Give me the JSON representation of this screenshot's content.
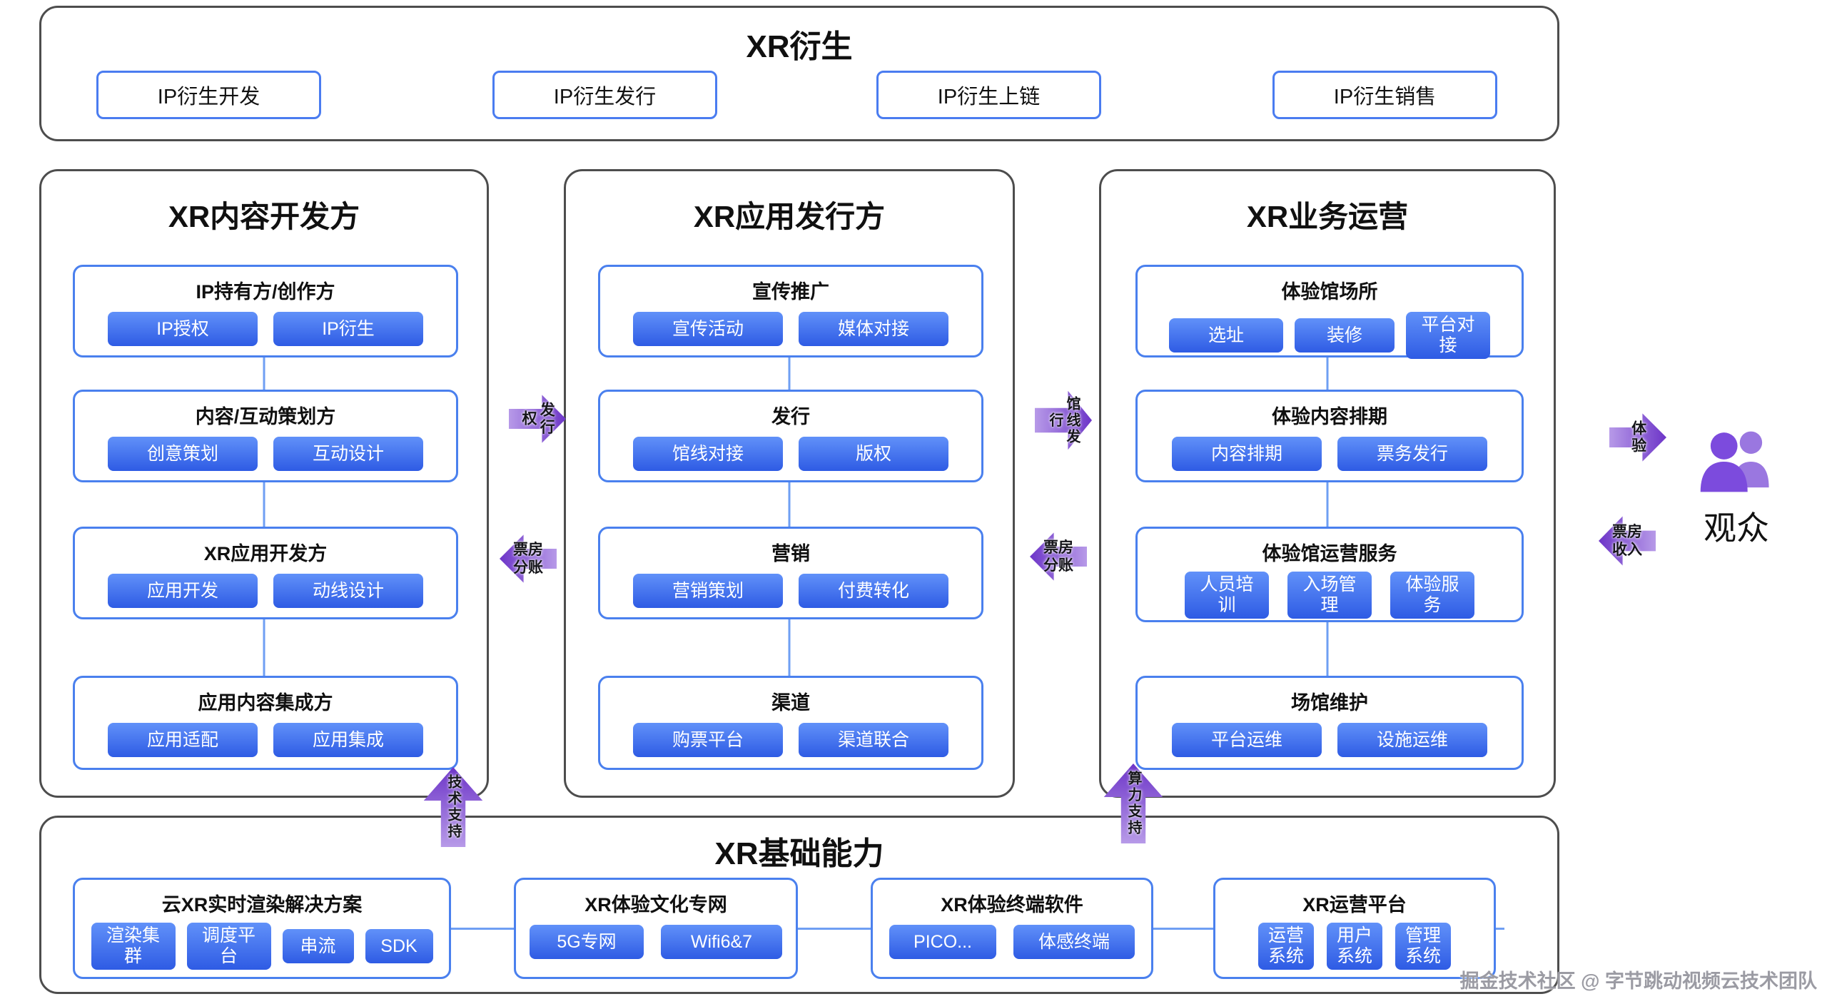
{
  "top_section": {
    "title": "XR衍生",
    "items": [
      "IP衍生开发",
      "IP衍生发行",
      "IP衍生上链",
      "IP衍生销售"
    ]
  },
  "columns": [
    {
      "title": "XR内容开发方",
      "groups": [
        {
          "title": "IP持有方/创作方",
          "buttons": [
            "IP授权",
            "IP衍生"
          ]
        },
        {
          "title": "内容/互动策划方",
          "buttons": [
            "创意策划",
            "互动设计"
          ]
        },
        {
          "title": "XR应用开发方",
          "buttons": [
            "应用开发",
            "动线设计"
          ]
        },
        {
          "title": "应用内容集成方",
          "buttons": [
            "应用适配",
            "应用集成"
          ]
        }
      ]
    },
    {
      "title": "XR应用发行方",
      "groups": [
        {
          "title": "宣传推广",
          "buttons": [
            "宣传活动",
            "媒体对接"
          ]
        },
        {
          "title": "发行",
          "buttons": [
            "馆线对接",
            "版权"
          ]
        },
        {
          "title": "营销",
          "buttons": [
            "营销策划",
            "付费转化"
          ]
        },
        {
          "title": "渠道",
          "buttons": [
            "购票平台",
            "渠道联合"
          ]
        }
      ]
    },
    {
      "title": "XR业务运营",
      "groups": [
        {
          "title": "体验馆场所",
          "buttons": [
            "选址",
            "装修",
            "平台对接"
          ]
        },
        {
          "title": "体验内容排期",
          "buttons": [
            "内容排期",
            "票务发行"
          ]
        },
        {
          "title": "体验馆运营服务",
          "buttons": [
            "人员培训",
            "入场管理",
            "体验服务"
          ]
        },
        {
          "title": "场馆维护",
          "buttons": [
            "平台运维",
            "设施运维"
          ]
        }
      ]
    }
  ],
  "flows": {
    "distribution_right": "发行权",
    "boxoffice_share_1": "票房分账",
    "venue_distribution_right": "馆线发行",
    "boxoffice_share_2": "票房分账",
    "experience_right": "体验",
    "boxoffice_income_left": "票房收入",
    "tech_support_up": "技术支持",
    "compute_support_up": "算力支持"
  },
  "audience": {
    "label": "观众"
  },
  "bottom_section": {
    "title": "XR基础能力",
    "groups": [
      {
        "title": "云XR实时渲染解决方案",
        "buttons": [
          "渲染集群",
          "调度平台",
          "串流",
          "SDK"
        ]
      },
      {
        "title": "XR体验文化专网",
        "buttons": [
          "5G专网",
          "Wifi6&7"
        ]
      },
      {
        "title": "XR体验终端软件",
        "buttons": [
          "PICO...",
          "体感终端"
        ]
      },
      {
        "title": "XR运营平台",
        "buttons": [
          "运营系统",
          "用户系统",
          "管理系统"
        ]
      }
    ]
  },
  "watermark": "掘金技术社区 @ 字节跳动视频云技术团队"
}
